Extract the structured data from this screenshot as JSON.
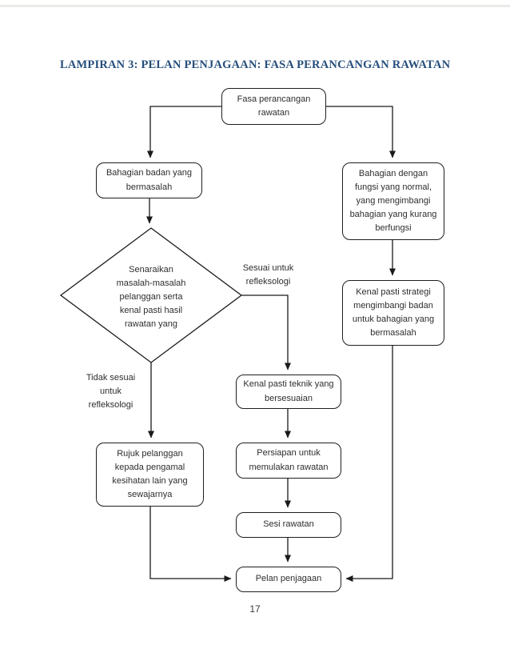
{
  "page": {
    "title": "LAMPIRAN 3: PELAN PENJAGAAN: FASA PERANCANGAN RAWATAN",
    "page_number": "17"
  },
  "colors": {
    "title": "#254e7b",
    "line": "#1a1a1a",
    "text": "#2e2e2e"
  },
  "flowchart": {
    "nodes": {
      "fasa": "Fasa perancangan\nrawatan",
      "bahagian_badan": "Bahagian badan yang\nbermasalah",
      "bahagian_dengan": "Bahagian dengan\nfungsi yang normal,\nyang mengimbangi\nbahagian yang kurang\nberfungsi",
      "senaraikan": "Senaraikan\nmasalah-masalah\npelanggan serta\nkenal pasti hasil\nrawatan yang",
      "kenal_strategi": "Kenal pasti strategi\nmengimbangi badan\nuntuk bahagian yang\nbermasalah",
      "kenal_teknik": "Kenal pasti teknik yang\nbersesuaian",
      "rujuk": "Rujuk pelanggan\nkepada pengamal\nkesihatan lain yang\nsewajarnya",
      "persiapan": "Persiapan untuk\nmemulakan rawatan",
      "sesi": "Sesi rawatan",
      "pelan": "Pelan penjagaan"
    },
    "edge_labels": {
      "sesuai": "Sesuai untuk\nrefleksologi",
      "tidak_sesuai": "Tidak sesuai\nuntuk\nrefleksologi"
    }
  }
}
